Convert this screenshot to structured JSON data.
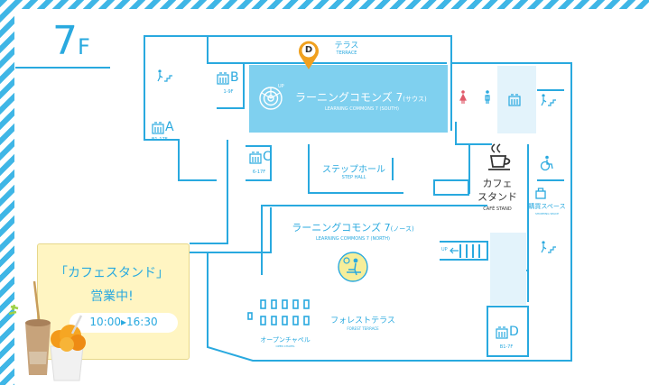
{
  "floor": {
    "number": "7",
    "suffix": "F"
  },
  "colors": {
    "accent": "#29a9df",
    "highlight": "#7fd0ef",
    "marker": "#f0a01e",
    "notice_bg": "#fff5c2",
    "notice_border": "#e7d78a"
  },
  "rooms": {
    "terrace": {
      "jp": "テラス",
      "en": "TERRACE"
    },
    "lc_south": {
      "jp": "ラーニングコモンズ 7",
      "jp_sub": "(サウス)",
      "en": "LEARNING COMMONS 7 (SOUTH)"
    },
    "step_hall": {
      "jp": "ステップホール",
      "en": "STEP HALL"
    },
    "lc_north": {
      "jp": "ラーニングコモンズ 7",
      "jp_sub": "(ノース)",
      "en": "LEARNING COMMONS 7 (NORTH)"
    },
    "cafe": {
      "jp_line1": "カフェ",
      "jp_line2": "スタンド",
      "en": "CAFÉ STAND"
    },
    "purchase": {
      "jp": "購買スペース",
      "en": "SHOPPING SPACE"
    },
    "forest_terrace": {
      "jp": "フォレストテラス",
      "en": "FOREST TERRACE"
    },
    "open_chapel": {
      "jp": "オープンチャペル",
      "en": "OPEN CHAPEL"
    }
  },
  "elevators": [
    {
      "letter": "A",
      "floors": "B1-17F"
    },
    {
      "letter": "B",
      "floors": "1-9F"
    },
    {
      "letter": "C",
      "floors": "6-17F"
    },
    {
      "letter": "D",
      "floors": "B1-7F"
    }
  ],
  "icons": {
    "lc_south": "spiral-up-icon",
    "lc_north": "study-person-icon",
    "cafe": "coffee-cup-icon",
    "marker": "location-pin-icon",
    "stairs": "stairs-icon",
    "elevator": "elevator-icon",
    "restroom": "restroom-icon",
    "accessible": "accessible-icon"
  },
  "up_label": "UP",
  "marker_letter": "D",
  "notice": {
    "title": "「カフェスタンド」",
    "subtitle": "営業中!",
    "hours": "10:00▸16:30"
  }
}
